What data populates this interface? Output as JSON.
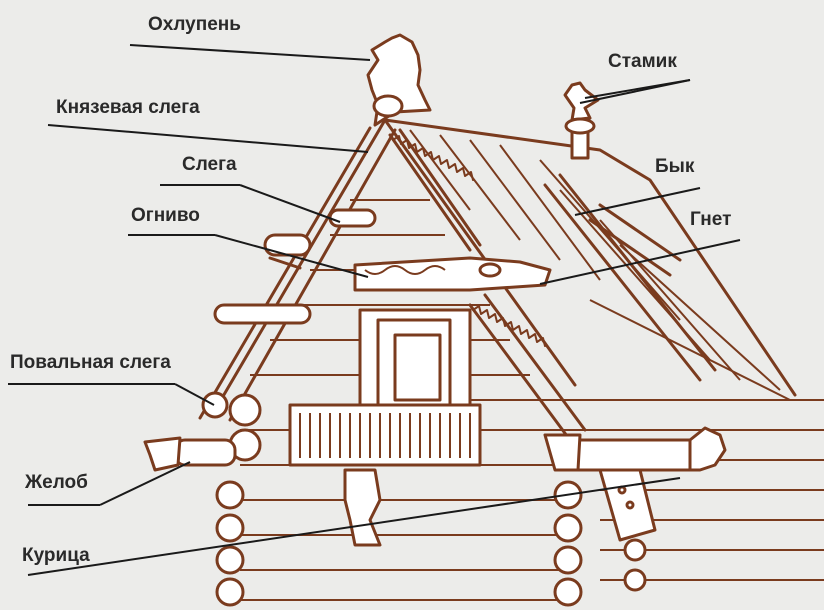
{
  "labels": {
    "okhlupen": "Охлупень",
    "knyazevaya_slega": "Князевая слега",
    "slega": "Слега",
    "ognivo": "Огниво",
    "povalnaya_slega": "Повальная слега",
    "zhelob": "Желоб",
    "kuritsa": "Курица",
    "stamik": "Стамик",
    "byk": "Бык",
    "gnet": "Гнет"
  },
  "colors": {
    "background": "#ececea",
    "drawing": "#7a3b1e",
    "text": "#2a2a2a",
    "leader": "#1a1a1a"
  }
}
